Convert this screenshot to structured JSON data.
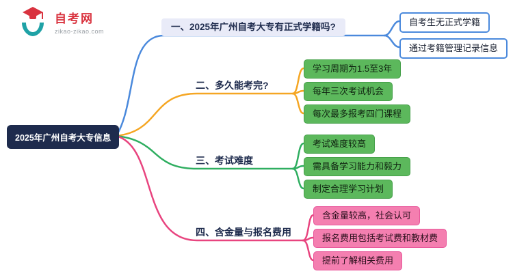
{
  "logo": {
    "title": "自考网",
    "subtitle": "zikao-zikao.com",
    "brand_red": "#d9333f",
    "brand_teal": "#1fa2a6"
  },
  "root": {
    "label": "2025年广州自考大专信息",
    "bg_color": "#1e2b4d"
  },
  "branches": [
    {
      "label": "一、2025年广州自考大专有正式学籍吗?",
      "line_color": "#4a89dc",
      "node_style": "white-with-blue-border",
      "children": [
        "自考生无正式学籍",
        "通过考籍管理记录信息"
      ]
    },
    {
      "label": "二、多久能考完?",
      "line_color": "#f5a623",
      "node_fill": "#5cb85c",
      "children": [
        "学习周期为1.5至3年",
        "每年三次考试机会",
        "每次最多报考四门课程"
      ]
    },
    {
      "label": "三、考试难度",
      "line_color": "#2fae60",
      "node_fill": "#5cb85c",
      "children": [
        "考试难度较高",
        "需具备学习能力和毅力",
        "制定合理学习计划"
      ]
    },
    {
      "label": "四、含金量与报名费用",
      "line_color": "#e8447f",
      "node_fill": "#f47fb0",
      "children": [
        "含金量较高，社会认可",
        "报名费用包括考试费和教材费",
        "提前了解相关费用"
      ]
    }
  ]
}
